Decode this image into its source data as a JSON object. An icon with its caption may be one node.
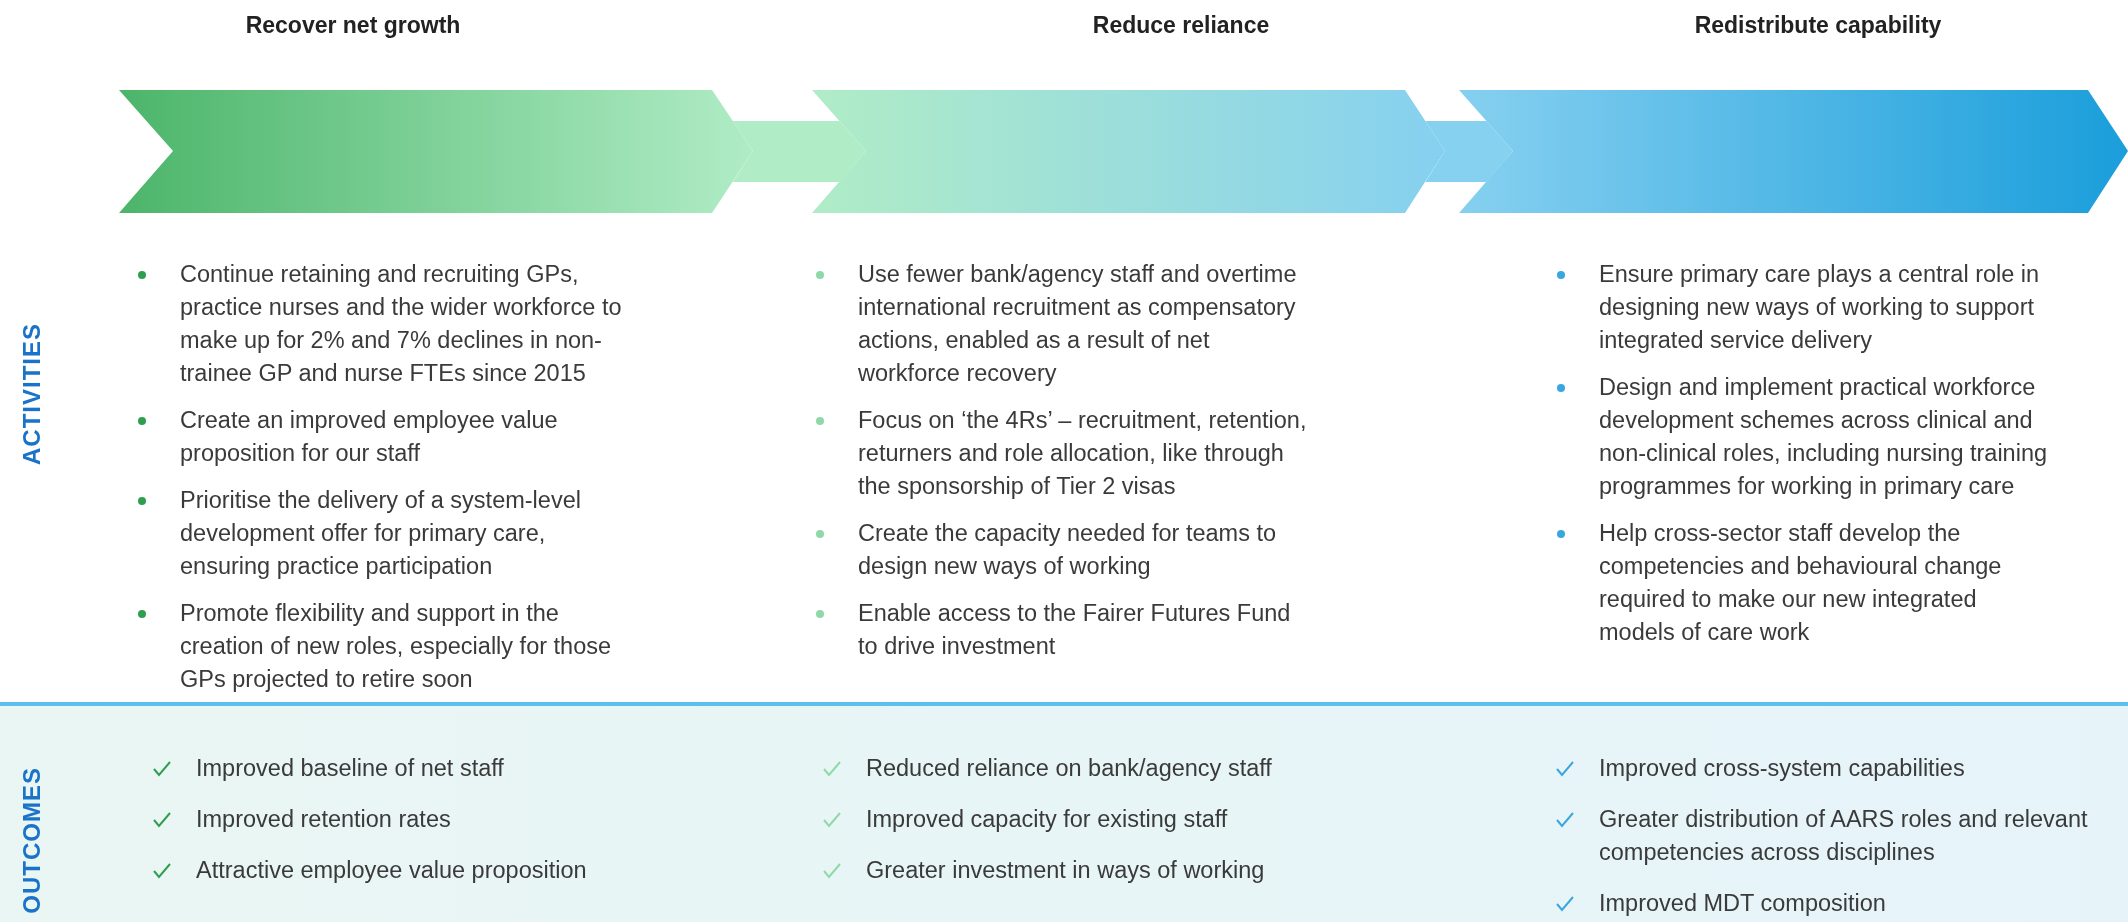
{
  "diagram": {
    "nodes": [
      {
        "text": [
          "Recover net growth"
        ]
      },
      {
        "text": [
          "Reduce reliance"
        ]
      },
      {
        "text": [
          "Redistribute capability"
        ]
      }
    ],
    "edges": [
      {
        "from": 0,
        "to": 1,
        "arrow": "none"
      },
      {
        "from": 1,
        "to": 2,
        "arrow": "none"
      }
    ],
    "labels": [
      "ACTIVITIES",
      "Continue retaining and recruiting GPs, practice nurses and the wider workforce to make up for 2% and 7% declines in non-trainee GP and nurse FTEs since 2015",
      "Create an improved employee value proposition for our staff",
      "Prioritise the delivery of a system-level development offer for primary care, ensuring practice participation",
      "Promote flexibility and support in the creation of new roles, especially for those GPs projected to retire soon",
      "Use fewer bank/agency staff and overtime international recruitment as compensatory actions, enabled as a result of net workforce recovery",
      "Focus on ‘the 4Rs’ – recruitment, retention, returners and role allocation, like through the sponsorship of Tier 2 visas",
      "Create the capacity needed for teams to design new ways of working",
      "Enable access to the Fairer Futures Fund to drive investment",
      "Ensure primary care plays a central role in designing new ways of working to support integrated service delivery",
      "Design and implement practical workforce development schemes across clinical and non-clinical roles, including nursing training programmes for working in primary care",
      "Help cross-sector staff develop the competencies and behavioural change required to make our new integrated models of care work",
      "OUTCOMES",
      "Improved baseline of net staff",
      "Improved retention rates",
      "Attractive employee value proposition",
      "Reduced reliance on bank/agency staff",
      "Improved capacity for existing staff",
      "Greater investment in ways of working",
      "Improved cross-system capabilities",
      "Greater distribution of AARS roles and relevant competencies across disciplines",
      "Improved MDT composition"
    ]
  }
}
